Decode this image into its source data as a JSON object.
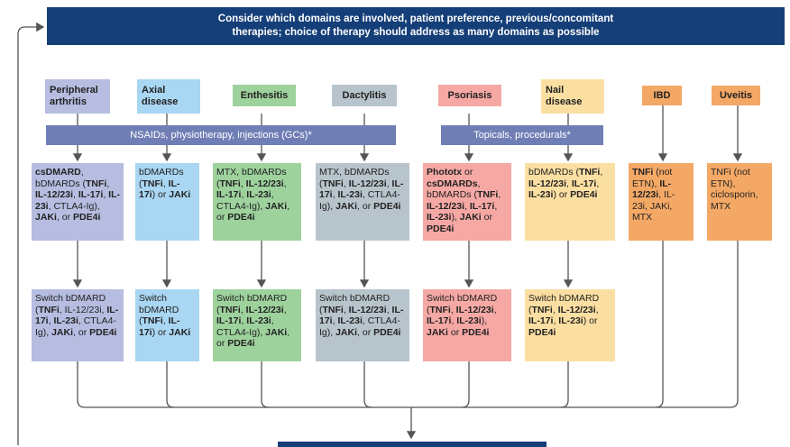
{
  "banner": {
    "text": "Consider which domains are involved, patient preference, previous/concomitant\ntherapies; choice of therapy should address as many domains as possible"
  },
  "domains": [
    {
      "label": "Peripheral arthritis",
      "color": "#b6bde0"
    },
    {
      "label": "Axial disease",
      "color": "#a9d6f2"
    },
    {
      "label": "Enthesitis",
      "color": "#9ed29d"
    },
    {
      "label": "Dactylitis",
      "color": "#b8c4cc"
    },
    {
      "label": "Psoriasis",
      "color": "#f5a8a4"
    },
    {
      "label": "Nail disease",
      "color": "#fbdfa2"
    },
    {
      "label": "IBD",
      "color": "#f4a865"
    },
    {
      "label": "Uveitis",
      "color": "#f4a865"
    }
  ],
  "bars": {
    "nsaids": "NSAIDs, physiotherapy, injections (GCs)*",
    "topicals": "Topicals, procedurals*"
  },
  "first_line": [
    [
      [
        "b",
        "csDMARD"
      ],
      [
        "t",
        ", bDMARDs ("
      ],
      [
        "b",
        "TNFi"
      ],
      [
        "t",
        ", "
      ],
      [
        "b",
        "IL-12/23i"
      ],
      [
        "t",
        ", "
      ],
      [
        "b",
        "IL-17i"
      ],
      [
        "t",
        ", "
      ],
      [
        "b",
        "IL-23i"
      ],
      [
        "t",
        ", CTLA4-Ig), "
      ],
      [
        "b",
        "JAKi"
      ],
      [
        "t",
        ", or "
      ],
      [
        "b",
        "PDE4i"
      ]
    ],
    [
      [
        "t",
        "bDMARDs ("
      ],
      [
        "b",
        "TNFi"
      ],
      [
        "t",
        ", "
      ],
      [
        "b",
        "IL-17i"
      ],
      [
        "t",
        ") or "
      ],
      [
        "b",
        "JAKi"
      ]
    ],
    [
      [
        "t",
        "MTX, bDMARDs ("
      ],
      [
        "b",
        "TNFi"
      ],
      [
        "t",
        ", "
      ],
      [
        "b",
        "IL-12/23i"
      ],
      [
        "t",
        ", "
      ],
      [
        "b",
        "IL-17i"
      ],
      [
        "t",
        ", "
      ],
      [
        "b",
        "IL-23i"
      ],
      [
        "t",
        ", CTLA4-Ig), "
      ],
      [
        "b",
        "JAKi"
      ],
      [
        "t",
        ", or "
      ],
      [
        "b",
        "PDE4i"
      ]
    ],
    [
      [
        "t",
        "MTX, bDMARDs ("
      ],
      [
        "b",
        "TNFi"
      ],
      [
        "t",
        ", "
      ],
      [
        "b",
        "IL-12/23i"
      ],
      [
        "t",
        ", "
      ],
      [
        "b",
        "IL-17i"
      ],
      [
        "t",
        ", "
      ],
      [
        "b",
        "IL-23i"
      ],
      [
        "t",
        ", CTLA4-Ig), "
      ],
      [
        "b",
        "JAKi"
      ],
      [
        "t",
        ", or "
      ],
      [
        "b",
        "PDE4i"
      ]
    ],
    [
      [
        "b",
        "Phototx"
      ],
      [
        "t",
        " or "
      ],
      [
        "b",
        "csDMARDs"
      ],
      [
        "t",
        ", bDMARDs ("
      ],
      [
        "b",
        "TNFi"
      ],
      [
        "t",
        ", "
      ],
      [
        "b",
        "IL-12/23i"
      ],
      [
        "t",
        ", "
      ],
      [
        "b",
        "IL-17i"
      ],
      [
        "t",
        ", "
      ],
      [
        "b",
        "IL-23i"
      ],
      [
        "t",
        "), "
      ],
      [
        "b",
        "JAKi"
      ],
      [
        "t",
        " or "
      ],
      [
        "b",
        "PDE4i"
      ]
    ],
    [
      [
        "t",
        "bDMARDs ("
      ],
      [
        "b",
        "TNFi"
      ],
      [
        "t",
        ", "
      ],
      [
        "b",
        "IL-12/23i"
      ],
      [
        "t",
        ", "
      ],
      [
        "b",
        "IL-17i"
      ],
      [
        "t",
        ", "
      ],
      [
        "b",
        "IL-23i"
      ],
      [
        "t",
        ") or "
      ],
      [
        "b",
        "PDE4i"
      ]
    ],
    [
      [
        "b",
        "TNFi"
      ],
      [
        "t",
        " (not ETN), "
      ],
      [
        "b",
        "IL-12/23i"
      ],
      [
        "t",
        ", IL-23i, JAKi, MTX"
      ]
    ],
    [
      [
        "t",
        "TNFi (not ETN), ciclosporin, MTX"
      ]
    ]
  ],
  "switch": [
    [
      [
        "t",
        "Switch bDMARD ("
      ],
      [
        "b",
        "TNFi"
      ],
      [
        "t",
        ", IL-12/23i, "
      ],
      [
        "b",
        "IL-17i"
      ],
      [
        "t",
        ", "
      ],
      [
        "b",
        "IL-23i"
      ],
      [
        "t",
        ", CTLA4-Ig), "
      ],
      [
        "b",
        "JAKi"
      ],
      [
        "t",
        ", or "
      ],
      [
        "b",
        "PDE4i"
      ]
    ],
    [
      [
        "t",
        "Switch bDMARD ("
      ],
      [
        "b",
        "TNFi"
      ],
      [
        "t",
        ", "
      ],
      [
        "b",
        "IL-17i"
      ],
      [
        "t",
        ") or "
      ],
      [
        "b",
        "JAKi"
      ]
    ],
    [
      [
        "t",
        "Switch bDMARD ("
      ],
      [
        "b",
        "TNFi"
      ],
      [
        "t",
        ", "
      ],
      [
        "b",
        "IL-12/23i"
      ],
      [
        "t",
        ", "
      ],
      [
        "b",
        "IL-17i"
      ],
      [
        "t",
        ", "
      ],
      [
        "b",
        "IL-23i"
      ],
      [
        "t",
        ", CTLA4-Ig), "
      ],
      [
        "b",
        "JAKi"
      ],
      [
        "t",
        ", or "
      ],
      [
        "b",
        "PDE4i"
      ]
    ],
    [
      [
        "t",
        "Switch bDMARD ("
      ],
      [
        "b",
        "TNFi"
      ],
      [
        "t",
        ", "
      ],
      [
        "b",
        "IL-12/23i"
      ],
      [
        "t",
        ", "
      ],
      [
        "b",
        "IL-17i"
      ],
      [
        "t",
        ", "
      ],
      [
        "b",
        "IL-23i"
      ],
      [
        "t",
        ", CTLA4-Ig), "
      ],
      [
        "b",
        "JAKi"
      ],
      [
        "t",
        ", or "
      ],
      [
        "b",
        "PDE4i"
      ]
    ],
    [
      [
        "t",
        "Switch bDMARD ("
      ],
      [
        "b",
        "TNFi"
      ],
      [
        "t",
        ", "
      ],
      [
        "b",
        "IL-12/23i"
      ],
      [
        "t",
        ", "
      ],
      [
        "b",
        "IL-17i"
      ],
      [
        "t",
        ", "
      ],
      [
        "b",
        "IL-23i"
      ],
      [
        "t",
        "), "
      ],
      [
        "b",
        "JAKi"
      ],
      [
        "t",
        " or "
      ],
      [
        "b",
        "PDE4i"
      ]
    ],
    [
      [
        "t",
        "Switch bDMARD ("
      ],
      [
        "b",
        "TNFi"
      ],
      [
        "t",
        ", "
      ],
      [
        "b",
        "IL-12/23i"
      ],
      [
        "t",
        ", "
      ],
      [
        "b",
        "IL-17i"
      ],
      [
        "t",
        ", "
      ],
      [
        "b",
        "IL-23i"
      ],
      [
        "t",
        ") or "
      ],
      [
        "b",
        "PDE4i"
      ]
    ]
  ],
  "colors": {
    "banner": "#153f78",
    "bar": "#6f7fb5",
    "connector": "#555555",
    "first_line": [
      "#b6bde0",
      "#a9d6f2",
      "#9ed29d",
      "#b8c4cc",
      "#f5a8a4",
      "#fbdfa2",
      "#f4a865",
      "#f4a865"
    ],
    "switch": [
      "#b6bde0",
      "#a9d6f2",
      "#9ed29d",
      "#b8c4cc",
      "#f5a8a4",
      "#fbdfa2"
    ]
  }
}
